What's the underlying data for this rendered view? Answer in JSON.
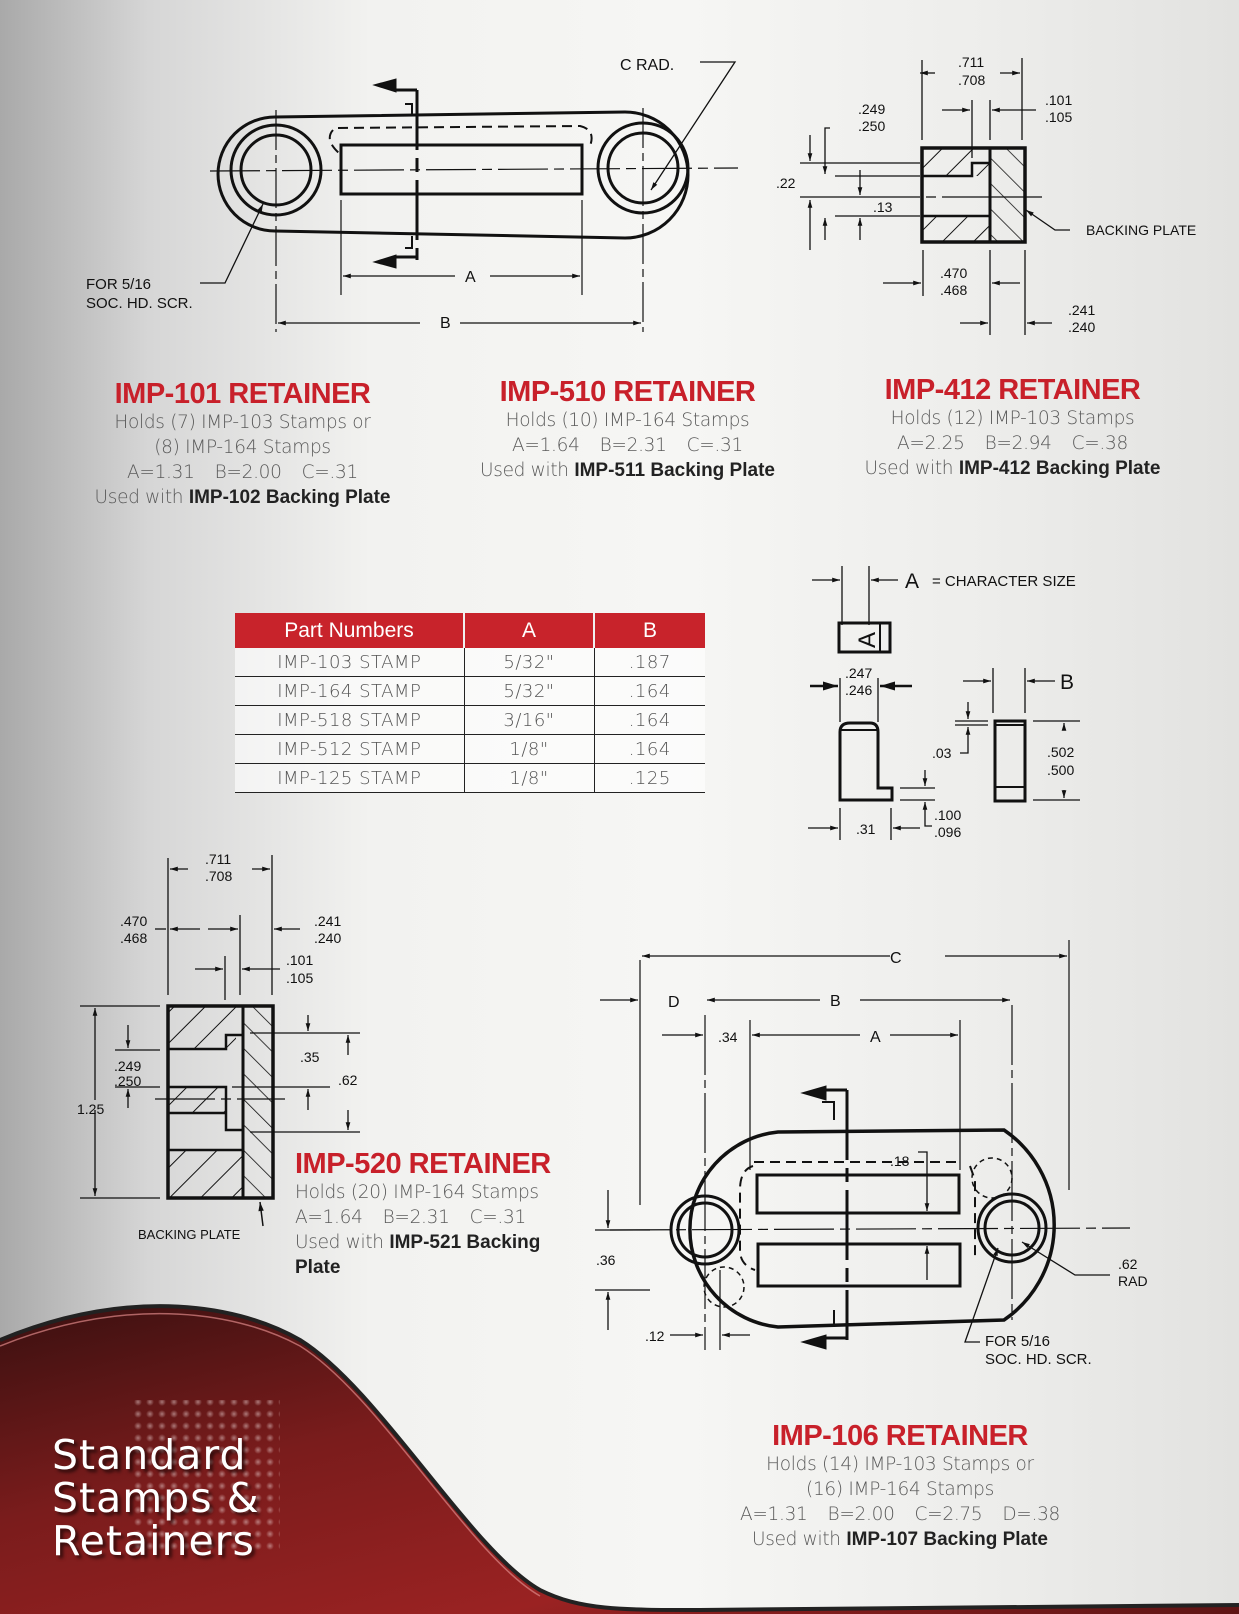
{
  "page": {
    "section_title_lines": [
      "Standard",
      "Stamps &",
      "Retainers"
    ],
    "accent_color": "#c8202a",
    "banner_color": "#7a1a1a"
  },
  "products": [
    {
      "id": "imp101",
      "title": "IMP-101 RETAINER",
      "holds": [
        "Holds (7) IMP-103 Stamps or",
        "(8) IMP-164 Stamps"
      ],
      "dims": [
        "A=1.31",
        "B=2.00",
        "C=.31"
      ],
      "used_prefix": "Used with",
      "backing_plate": "IMP-102 Backing Plate"
    },
    {
      "id": "imp510",
      "title": "IMP-510 RETAINER",
      "holds": [
        "Holds (10) IMP-164 Stamps"
      ],
      "dims": [
        "A=1.64",
        "B=2.31",
        "C=.31"
      ],
      "used_prefix": "Used with",
      "backing_plate": "IMP-511 Backing Plate"
    },
    {
      "id": "imp412",
      "title": "IMP-412 RETAINER",
      "holds": [
        "Holds (12) IMP-103 Stamps"
      ],
      "dims": [
        "A=2.25",
        "B=2.94",
        "C=.38"
      ],
      "used_prefix": "Used with",
      "backing_plate": "IMP-412 Backing Plate"
    },
    {
      "id": "imp520",
      "title": "IMP-520 RETAINER",
      "holds": [
        "Holds (20) IMP-164 Stamps"
      ],
      "dims": [
        "A=1.64",
        "B=2.31",
        "C=.31"
      ],
      "used_prefix": "Used with",
      "backing_plate": "IMP-521 Backing Plate"
    },
    {
      "id": "imp106",
      "title": "IMP-106 RETAINER",
      "holds": [
        "Holds (14) IMP-103 Stamps or",
        "(16) IMP-164 Stamps"
      ],
      "dims": [
        "A=1.31",
        "B=2.00",
        "C=2.75",
        "D=.38"
      ],
      "used_prefix": "Used with",
      "backing_plate": "IMP-107 Backing Plate"
    }
  ],
  "parts_table": {
    "headers": [
      "Part Numbers",
      "A",
      "B"
    ],
    "rows": [
      [
        "IMP-103 STAMP",
        "5/32\"",
        ".187"
      ],
      [
        "IMP-164 STAMP",
        "5/32\"",
        ".164"
      ],
      [
        "IMP-518 STAMP",
        "3/16\"",
        ".164"
      ],
      [
        "IMP-512 STAMP",
        "1/8\"",
        ".164"
      ],
      [
        "IMP-125 STAMP",
        "1/8\"",
        ".125"
      ]
    ]
  },
  "drawings": {
    "top_retainer": {
      "c_rad": "C RAD.",
      "screw_note": [
        "FOR 5/16",
        "SOC. HD. SCR."
      ],
      "dim_a": "A",
      "dim_b": "B"
    },
    "section_top": {
      "d711": ".711",
      "d708": ".708",
      "d101": ".101",
      "d105": ".105",
      "d249": ".249",
      "d250": ".250",
      "d22": ".22",
      "d13": ".13",
      "d470": ".470",
      "d468": ".468",
      "d241": ".241",
      "d240": ".240",
      "backing": "BACKING PLATE"
    },
    "stamp": {
      "a_label": "A",
      "char_size": "= CHARACTER SIZE",
      "glyph": "A",
      "d247": ".247",
      "d246": ".246",
      "b_label": "B",
      "d03": ".03",
      "d502": ".502",
      "d500": ".500",
      "d100": ".100",
      "d096": ".096",
      "d31": ".31"
    },
    "section_520": {
      "d711": ".711",
      "d708": ".708",
      "d470": ".470",
      "d468": ".468",
      "d241": ".241",
      "d240": ".240",
      "d101": ".101",
      "d105": ".105",
      "d249": ".249",
      "d250": ".250",
      "d125": "1.25",
      "d35": ".35",
      "d62": ".62",
      "backing": "BACKING PLATE"
    },
    "retainer_106": {
      "c": "C",
      "d": "D",
      "b": "B",
      "a": "A",
      "d34": ".34",
      "d18": ".18",
      "d36": ".36",
      "d12": ".12",
      "rad_val": ".62",
      "rad": "RAD",
      "screw_note": [
        "FOR 5/16",
        "SOC. HD. SCR."
      ]
    }
  }
}
